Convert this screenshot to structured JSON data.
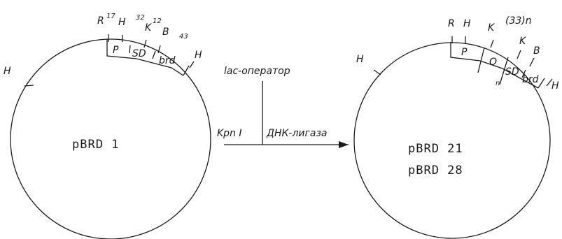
{
  "left_plasmid": {
    "name": "pBRD 1",
    "sites": {
      "r": "R",
      "r_num": "17",
      "h1": "H",
      "h1_num": "32",
      "k": "K",
      "k_num": "12",
      "b": "B",
      "b_num": "43",
      "h2": "H",
      "h_left": "H"
    },
    "segments": {
      "p": "P",
      "sd": "SD",
      "brd": "brd"
    }
  },
  "right_plasmid": {
    "names": [
      "pBRD 21",
      "pBRD 28"
    ],
    "sites": {
      "r": "R",
      "h1": "H",
      "k1": "K",
      "repeat": "(33)n",
      "k2": "K",
      "b": "B",
      "h2": "H",
      "h_left": "H"
    },
    "segments": {
      "p": "P",
      "o": "O",
      "n": "n",
      "sd": "SD",
      "brd": "brd"
    }
  },
  "reaction": {
    "operator": "lac-оператор",
    "enzyme": "Kpn I",
    "ligase": "ДНК-лигаза"
  }
}
